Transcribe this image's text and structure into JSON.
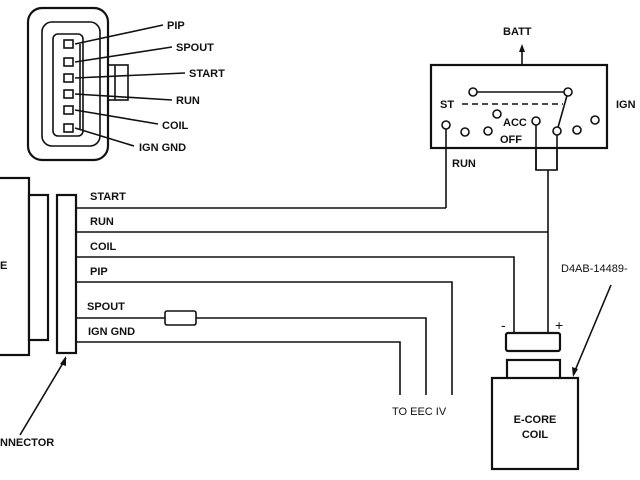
{
  "connector_pinout": {
    "pins": [
      "PIP",
      "SPOUT",
      "START",
      "RUN",
      "COIL",
      "IGN GND"
    ]
  },
  "ignition_switch": {
    "batt_label": "BATT",
    "switch_label": "IGN",
    "st_label": "ST",
    "acc_label": "ACC",
    "off_label": "OFF",
    "run_label": "RUN"
  },
  "module": {
    "label_fragment": "E",
    "connector_label": "NNECTOR"
  },
  "wires": [
    "START",
    "RUN",
    "COIL",
    "PIP",
    "SPOUT",
    "IGN GND"
  ],
  "eec_label": "TO EEC IV",
  "coil": {
    "line1": "E-CORE",
    "line2": "COIL",
    "part_number": "D4AB-14489-",
    "minus": "-",
    "plus": "+"
  },
  "colors": {
    "ink": "#111111",
    "background": "#ffffff"
  }
}
